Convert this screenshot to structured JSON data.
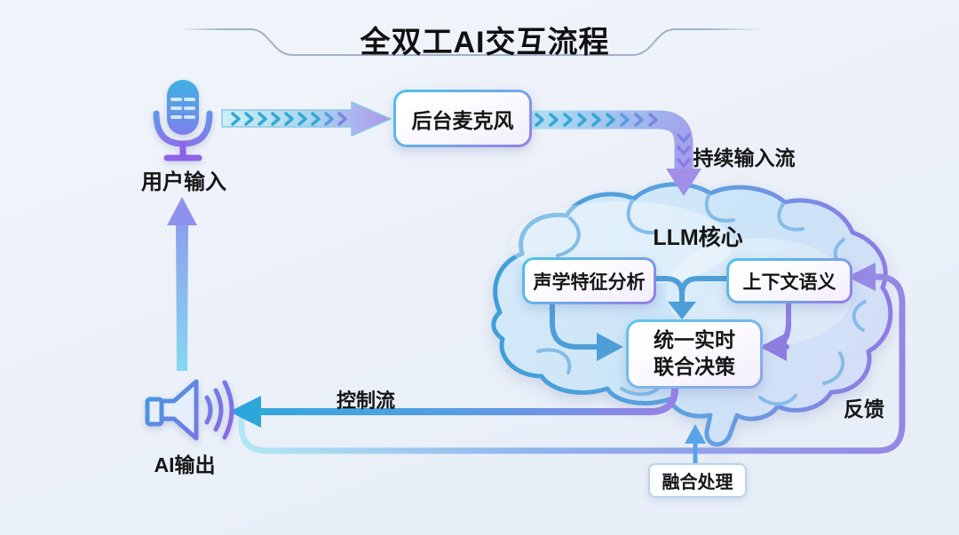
{
  "title": "全双工AI交互流程",
  "nodes": {
    "user_input": "用户输入",
    "background_mic": "后台麦克风",
    "continuous_input_stream": "持续输入流",
    "llm_core": "LLM核心",
    "acoustic_analysis": "声学特征分析",
    "context_semantics": "上下文语义",
    "decision_line1": "统一实时",
    "decision_line2": "联合决策",
    "control_flow": "控制流",
    "ai_output": "AI输出",
    "feedback": "反馈",
    "fusion_processing": "融合处理"
  },
  "icons": {
    "microphone": "microphone-icon",
    "speaker": "speaker-icon"
  },
  "colors": {
    "background": "#edf2f9",
    "text": "#161616",
    "cyan": "#3fb4e0",
    "blue": "#4e9ed8",
    "purple": "#9080e6",
    "brain_fill": "#cfe6f8",
    "brain_stroke_left": "#3f9fd8",
    "brain_stroke_right": "#8f7ae4",
    "fold_line": "#85bce8",
    "box_fill": "#fcfcff"
  }
}
